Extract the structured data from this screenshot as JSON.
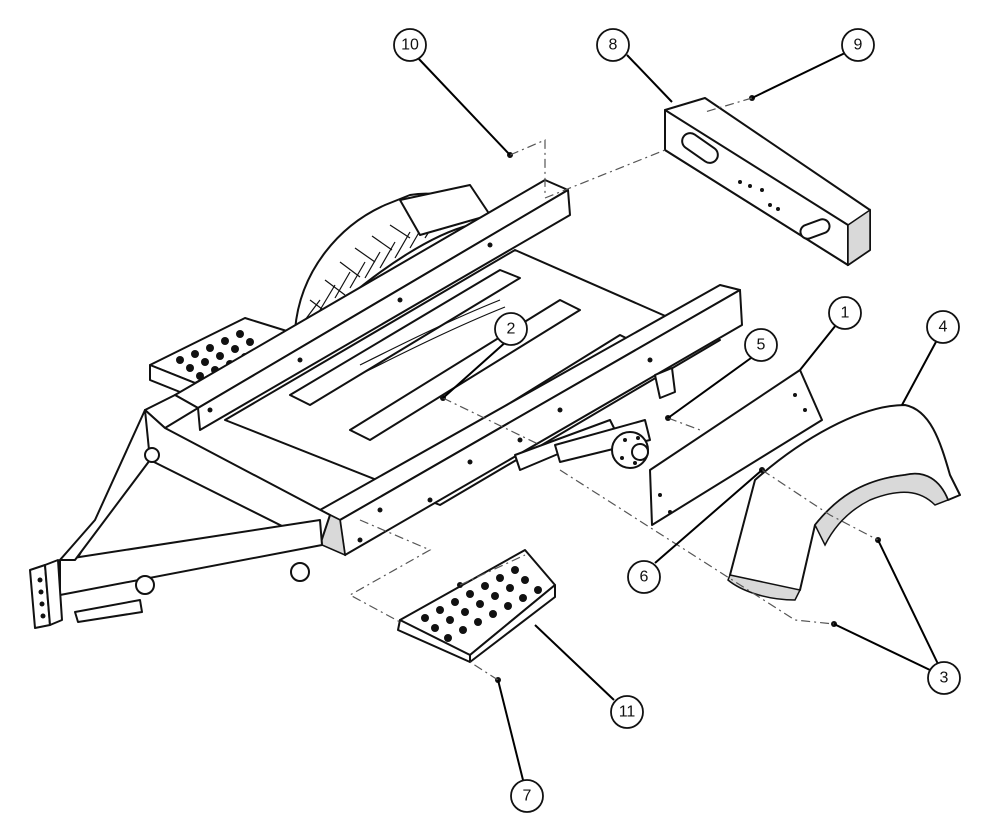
{
  "callouts": [
    {
      "id": "c1",
      "label": "1"
    },
    {
      "id": "c2",
      "label": "2"
    },
    {
      "id": "c3",
      "label": "3"
    },
    {
      "id": "c4",
      "label": "4"
    },
    {
      "id": "c5",
      "label": "5"
    },
    {
      "id": "c6",
      "label": "6"
    },
    {
      "id": "c7",
      "label": "7"
    },
    {
      "id": "c8",
      "label": "8"
    },
    {
      "id": "c9",
      "label": "9"
    },
    {
      "id": "c10",
      "label": "10"
    },
    {
      "id": "c11",
      "label": "11"
    }
  ],
  "colors": {
    "line": "#111111",
    "background": "#ffffff",
    "shade": "#d9d9d9"
  }
}
